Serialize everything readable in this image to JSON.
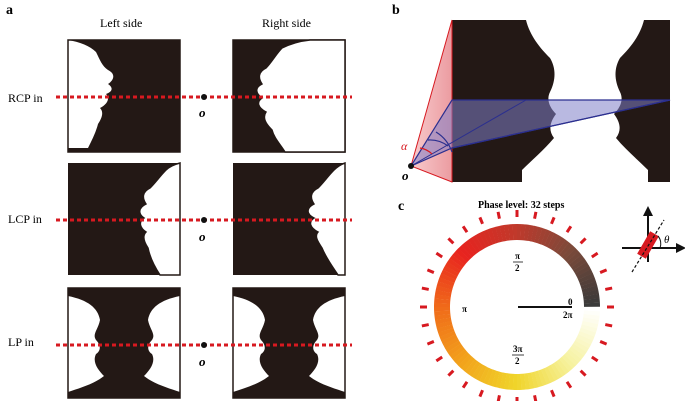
{
  "panels": {
    "a": "a",
    "b": "b",
    "c": "c"
  },
  "panel_a": {
    "col_headers": [
      "Left side",
      "Right side"
    ],
    "row_labels": [
      "RCP in",
      "LCP in",
      "LP in"
    ],
    "origin_label": "o"
  },
  "panel_b": {
    "alpha_label": "α",
    "origin_label": "o"
  },
  "panel_c": {
    "title": "Phase level: 32 steps",
    "ring_labels": {
      "pi_over_2_num": "π",
      "pi_over_2_den": "2",
      "pi": "π",
      "zero": "0",
      "two_pi": "2π",
      "three_pi_over_2_num": "3π",
      "three_pi_over_2_den": "2"
    },
    "phase_steps": 32,
    "theta_label": "θ"
  },
  "colors": {
    "silhouette": "#231815",
    "dashed_line": "#d71920",
    "pink_fill": "#f4b6b8",
    "blue_fill": "#7f7fc9",
    "ring_gradient": [
      "#3a3a3a",
      "#7a4a3a",
      "#c0392b",
      "#e8231f",
      "#f06a1a",
      "#f2a21b",
      "#f0d52a",
      "#f6f2a0",
      "#ffffff"
    ]
  }
}
